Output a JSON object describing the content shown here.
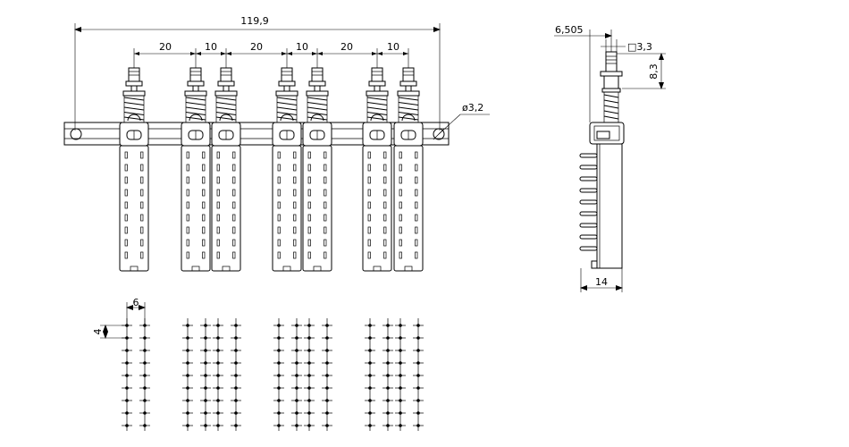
{
  "drawing": {
    "dims_top": {
      "overall": "119,9",
      "pitch_a": "20",
      "pitch_b": "10",
      "pitch_c": "20",
      "pitch_d": "10",
      "pitch_e": "20",
      "pitch_f": "10",
      "hole": "ø3,2"
    },
    "dims_side": {
      "offset": "6,505",
      "square": "□3,3",
      "height": "8,3",
      "width": "14"
    },
    "dims_pcb": {
      "x_pitch": "6",
      "y_pitch": "4"
    },
    "switch_groups": [
      {
        "name": "group-1",
        "count": 1
      },
      {
        "name": "group-2",
        "count": 2
      },
      {
        "name": "group-3",
        "count": 2
      },
      {
        "name": "group-4",
        "count": 2
      }
    ],
    "pcb_groups": [
      {
        "name": "pcb-1",
        "columns": 2
      },
      {
        "name": "pcb-2",
        "columns": 4
      },
      {
        "name": "pcb-3",
        "columns": 4
      },
      {
        "name": "pcb-4",
        "columns": 4
      }
    ],
    "pcb_rows": 9
  }
}
